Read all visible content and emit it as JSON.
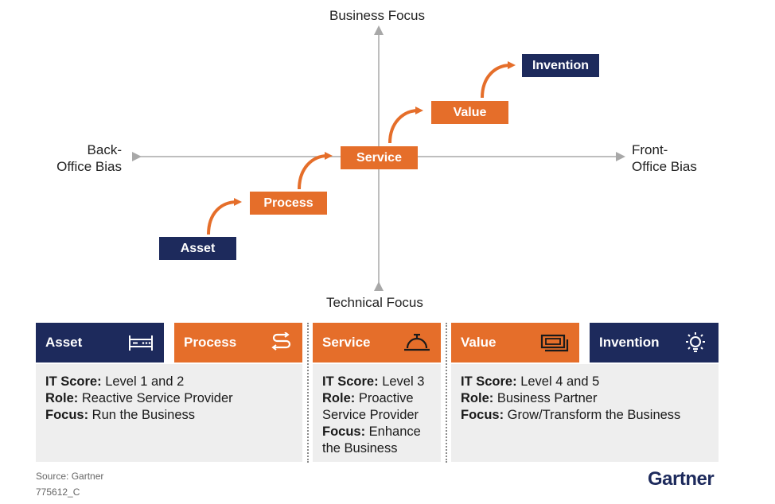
{
  "axes": {
    "top": "Business Focus",
    "bottom": "Technical Focus",
    "left_line1": "Back-",
    "left_line2": "Office Bias",
    "right_line1": "Front-",
    "right_line2": "Office Bias"
  },
  "stages": {
    "asset": "Asset",
    "process": "Process",
    "service": "Service",
    "value": "Value",
    "invention": "Invention"
  },
  "bands": {
    "asset": "Asset",
    "process": "Process",
    "service": "Service",
    "value": "Value",
    "invention": "Invention"
  },
  "panels": {
    "left": {
      "it_score_label": "IT Score:",
      "it_score": " Level 1 and 2",
      "role_label": "Role:",
      "role": " Reactive Service Provider",
      "focus_label": "Focus:",
      "focus": " Run the Business"
    },
    "middle": {
      "it_score_label": "IT Score:",
      "it_score": " Level 3",
      "role_label": "Role:",
      "role": " Proactive Service Provider",
      "focus_label": "Focus:",
      "focus": " Enhance the Business"
    },
    "right": {
      "it_score_label": "IT Score:",
      "it_score": " Level 4 and 5",
      "role_label": "Role:",
      "role": " Business Partner",
      "focus_label": "Focus:",
      "focus": " Grow/Transform the Business"
    }
  },
  "footer": {
    "source": "Source: Gartner",
    "code": "775612_C",
    "logo": "Gartner"
  },
  "icons": {
    "asset": "server-rack-icon",
    "process": "winding-path-icon",
    "service": "service-bell-icon",
    "value": "money-bill-icon",
    "invention": "lightbulb-icon"
  },
  "colors": {
    "navy": "#1d2a5c",
    "orange": "#e56e2a",
    "panel": "#eeeeee",
    "axis": "#a8a8a8"
  }
}
